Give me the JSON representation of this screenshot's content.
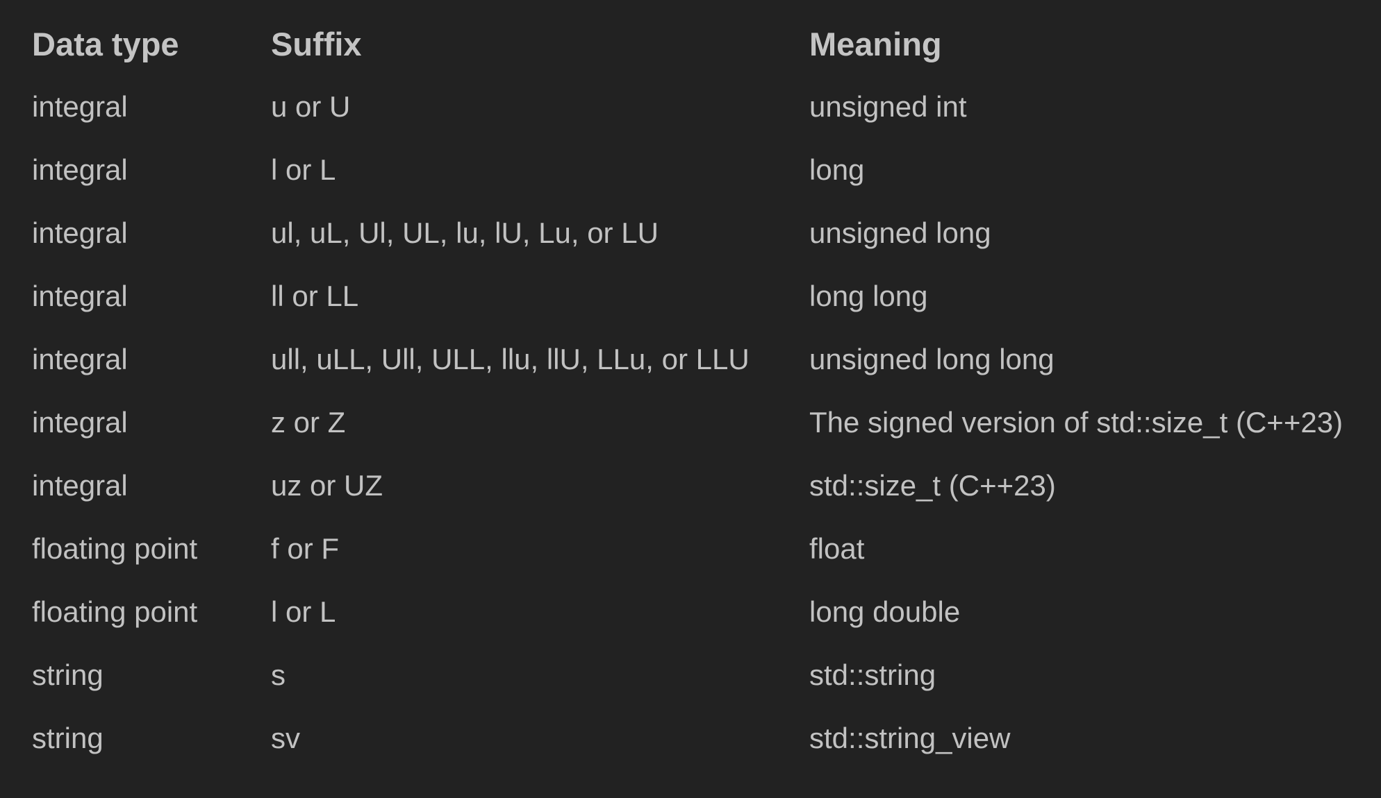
{
  "table": {
    "headers": [
      "Data type",
      "Suffix",
      "Meaning"
    ],
    "rows": [
      [
        "integral",
        "u or U",
        "unsigned int"
      ],
      [
        "integral",
        "l or L",
        "long"
      ],
      [
        "integral",
        "ul, uL, Ul, UL, lu, lU, Lu, or LU",
        "unsigned long"
      ],
      [
        "integral",
        "ll or LL",
        "long long"
      ],
      [
        "integral",
        "ull, uLL, Ull, ULL, llu, llU, LLu, or LLU",
        "unsigned long long"
      ],
      [
        "integral",
        "z or Z",
        "The signed version of std::size_t (C++23)"
      ],
      [
        "integral",
        "uz or UZ",
        "std::size_t (C++23)"
      ],
      [
        "floating point",
        "f or F",
        "float"
      ],
      [
        "floating point",
        "l or L",
        "long double"
      ],
      [
        "string",
        "s",
        "std::string"
      ],
      [
        "string",
        "sv",
        "std::string_view"
      ]
    ]
  }
}
